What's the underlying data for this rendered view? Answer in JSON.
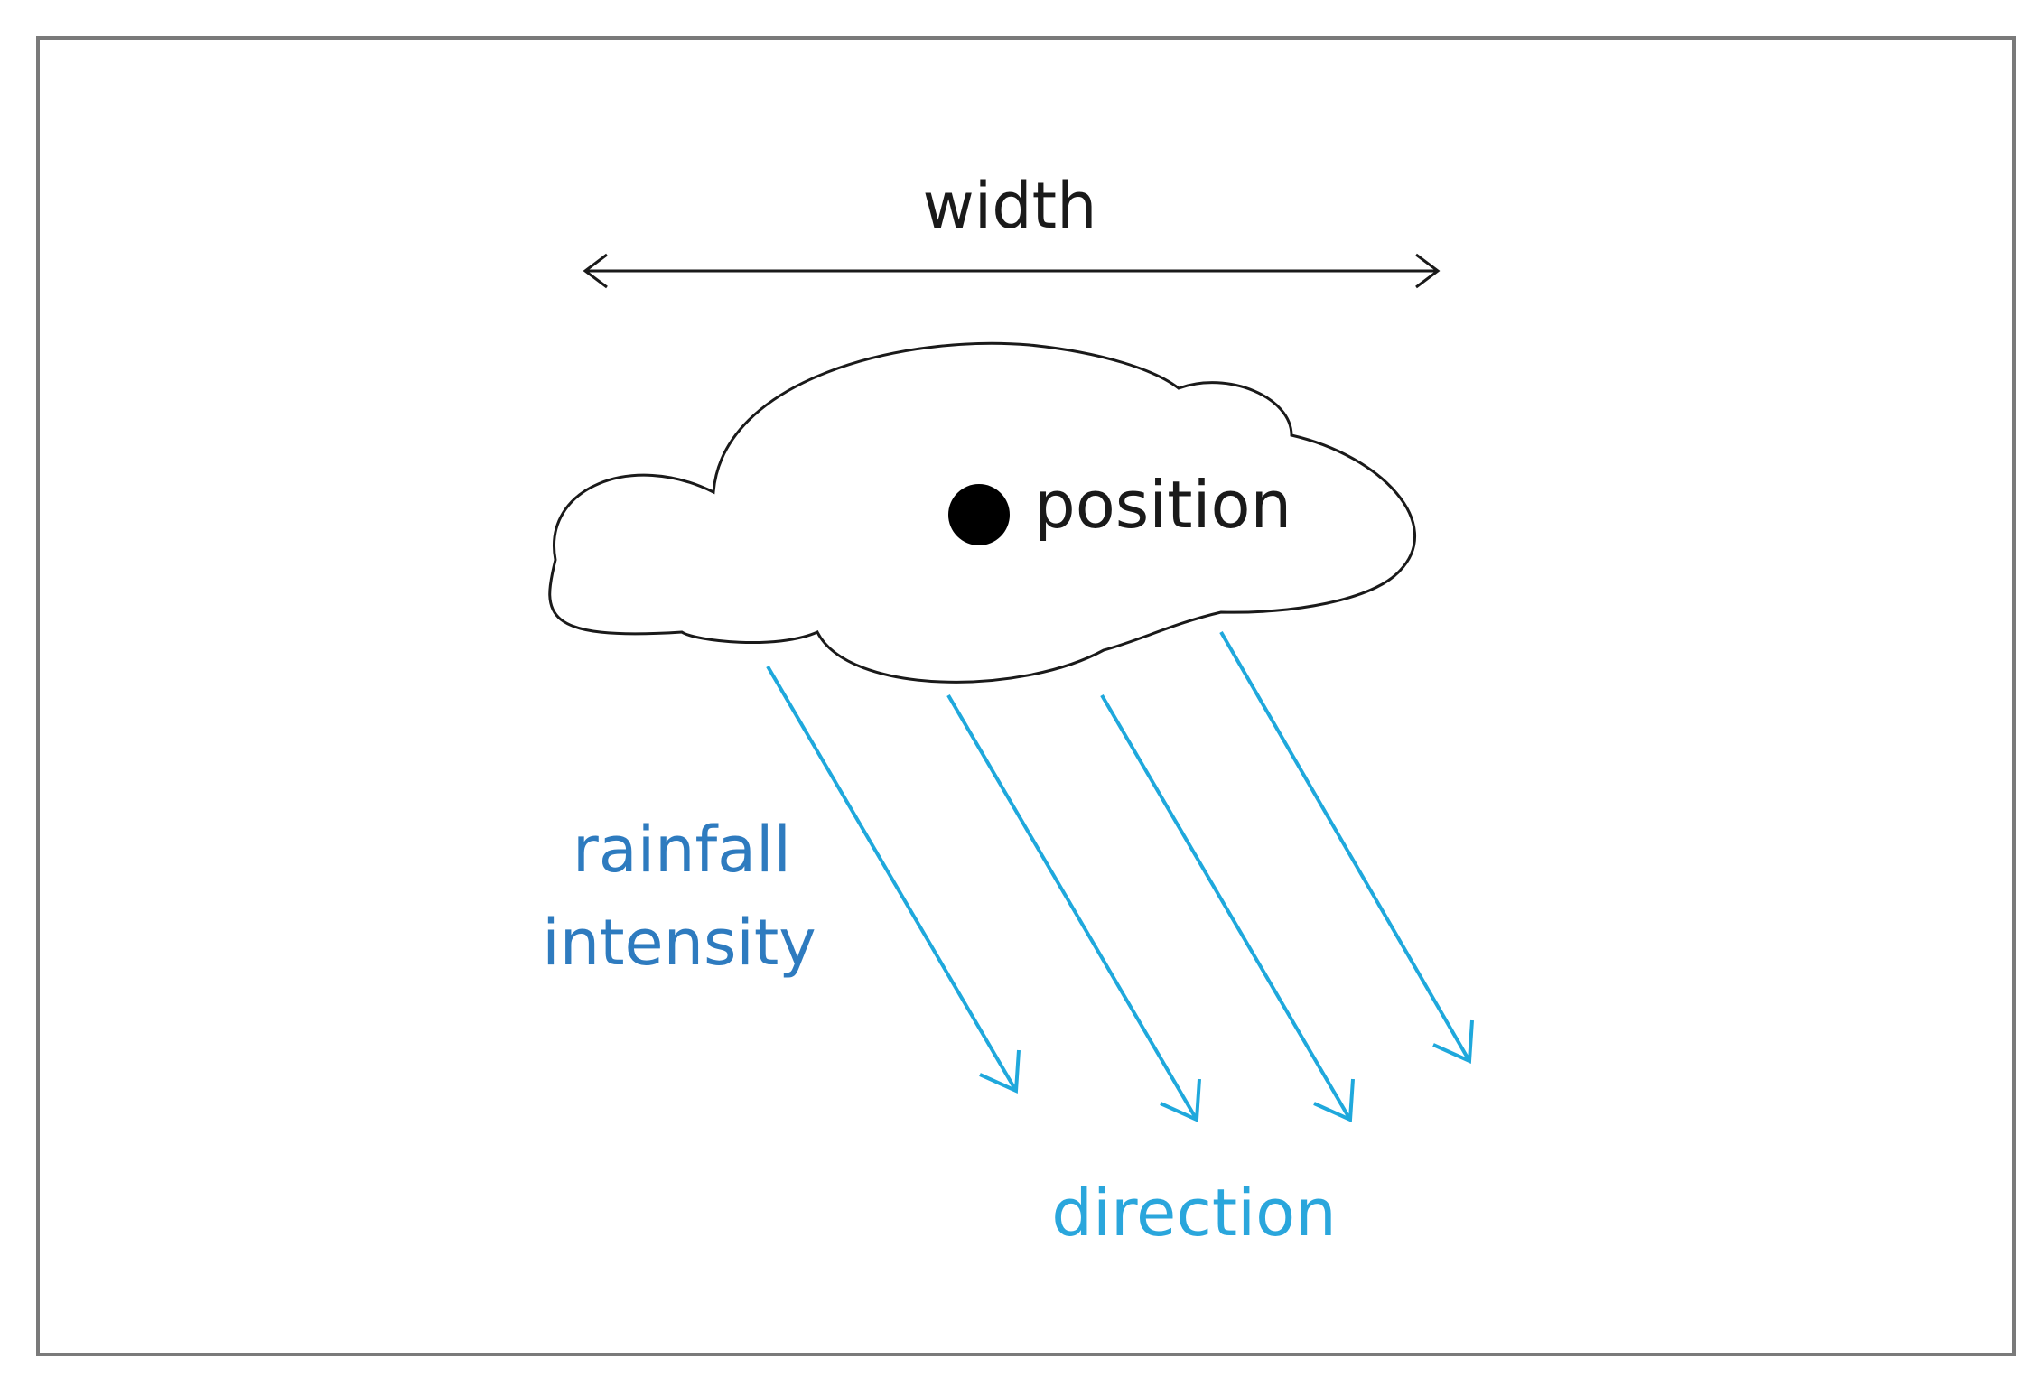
{
  "labels": {
    "width": "width",
    "position": "position",
    "rainfall": "rainfall",
    "intensity": "intensity",
    "direction": "direction"
  },
  "colors": {
    "frame": "#7a7a7a",
    "ink": "#1a1a1a",
    "rain": "#1fa8dc",
    "intensity_text": "#2e7bbf",
    "direction_text": "#2aa6dc"
  }
}
